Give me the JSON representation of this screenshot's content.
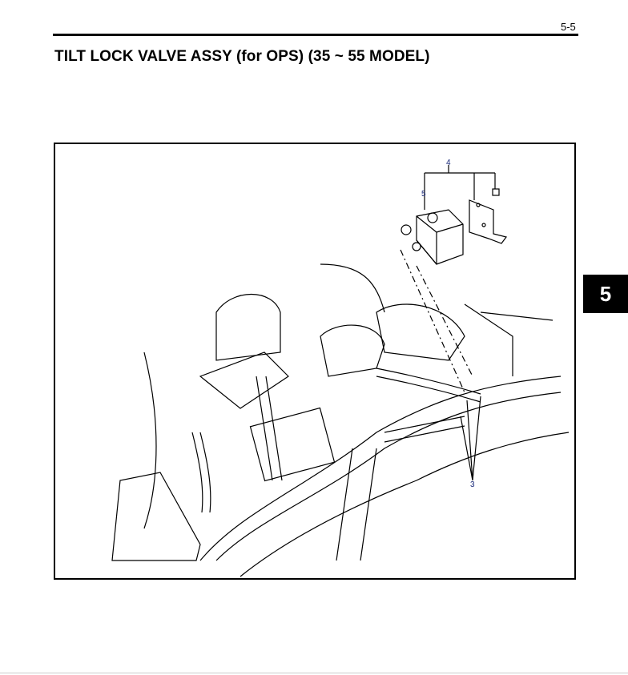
{
  "header": {
    "page_number": "5-5",
    "title": "TILT LOCK VALVE ASSY (for OPS) (35 ~ 55 MODEL)"
  },
  "section_tab": "5",
  "figure": {
    "callouts": [
      "4",
      "5",
      "3"
    ],
    "callout_color": "#1a2a7a"
  }
}
